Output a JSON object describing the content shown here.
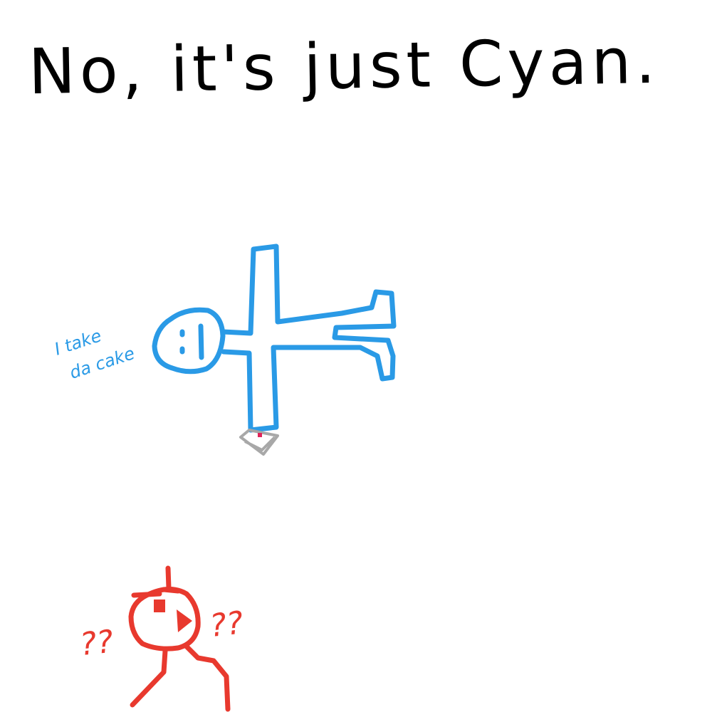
{
  "caption": "No, it's just Cyan.",
  "cyan_speech": {
    "line1": "I take",
    "line2": "da cake"
  },
  "red_confusion": {
    "left": "??",
    "right": "??"
  },
  "colors": {
    "background": "#ffffff",
    "ink": "#000000",
    "cyan": "#2a9ae6",
    "red": "#e8392e",
    "cake_plate": "#a8a8a8",
    "cake_cherry": "#e0245a"
  }
}
